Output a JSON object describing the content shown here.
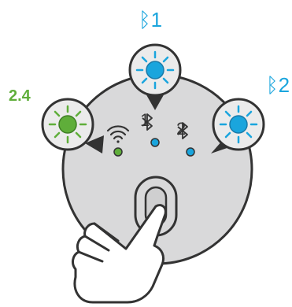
{
  "labels": {
    "bt1_top": "1",
    "bt2_right": "2",
    "wifi_24": "2.4",
    "device_bt1": "1",
    "device_bt2": "2"
  },
  "colors": {
    "bluetooth_blue": "#1aa5dd",
    "wifi_green": "#5fae3a",
    "device_body": "#d9d9da",
    "outline": "#333333"
  },
  "icons": {
    "bluetooth": "bluetooth-icon",
    "wifi": "wifi-icon",
    "hand": "pointing-hand-icon"
  }
}
